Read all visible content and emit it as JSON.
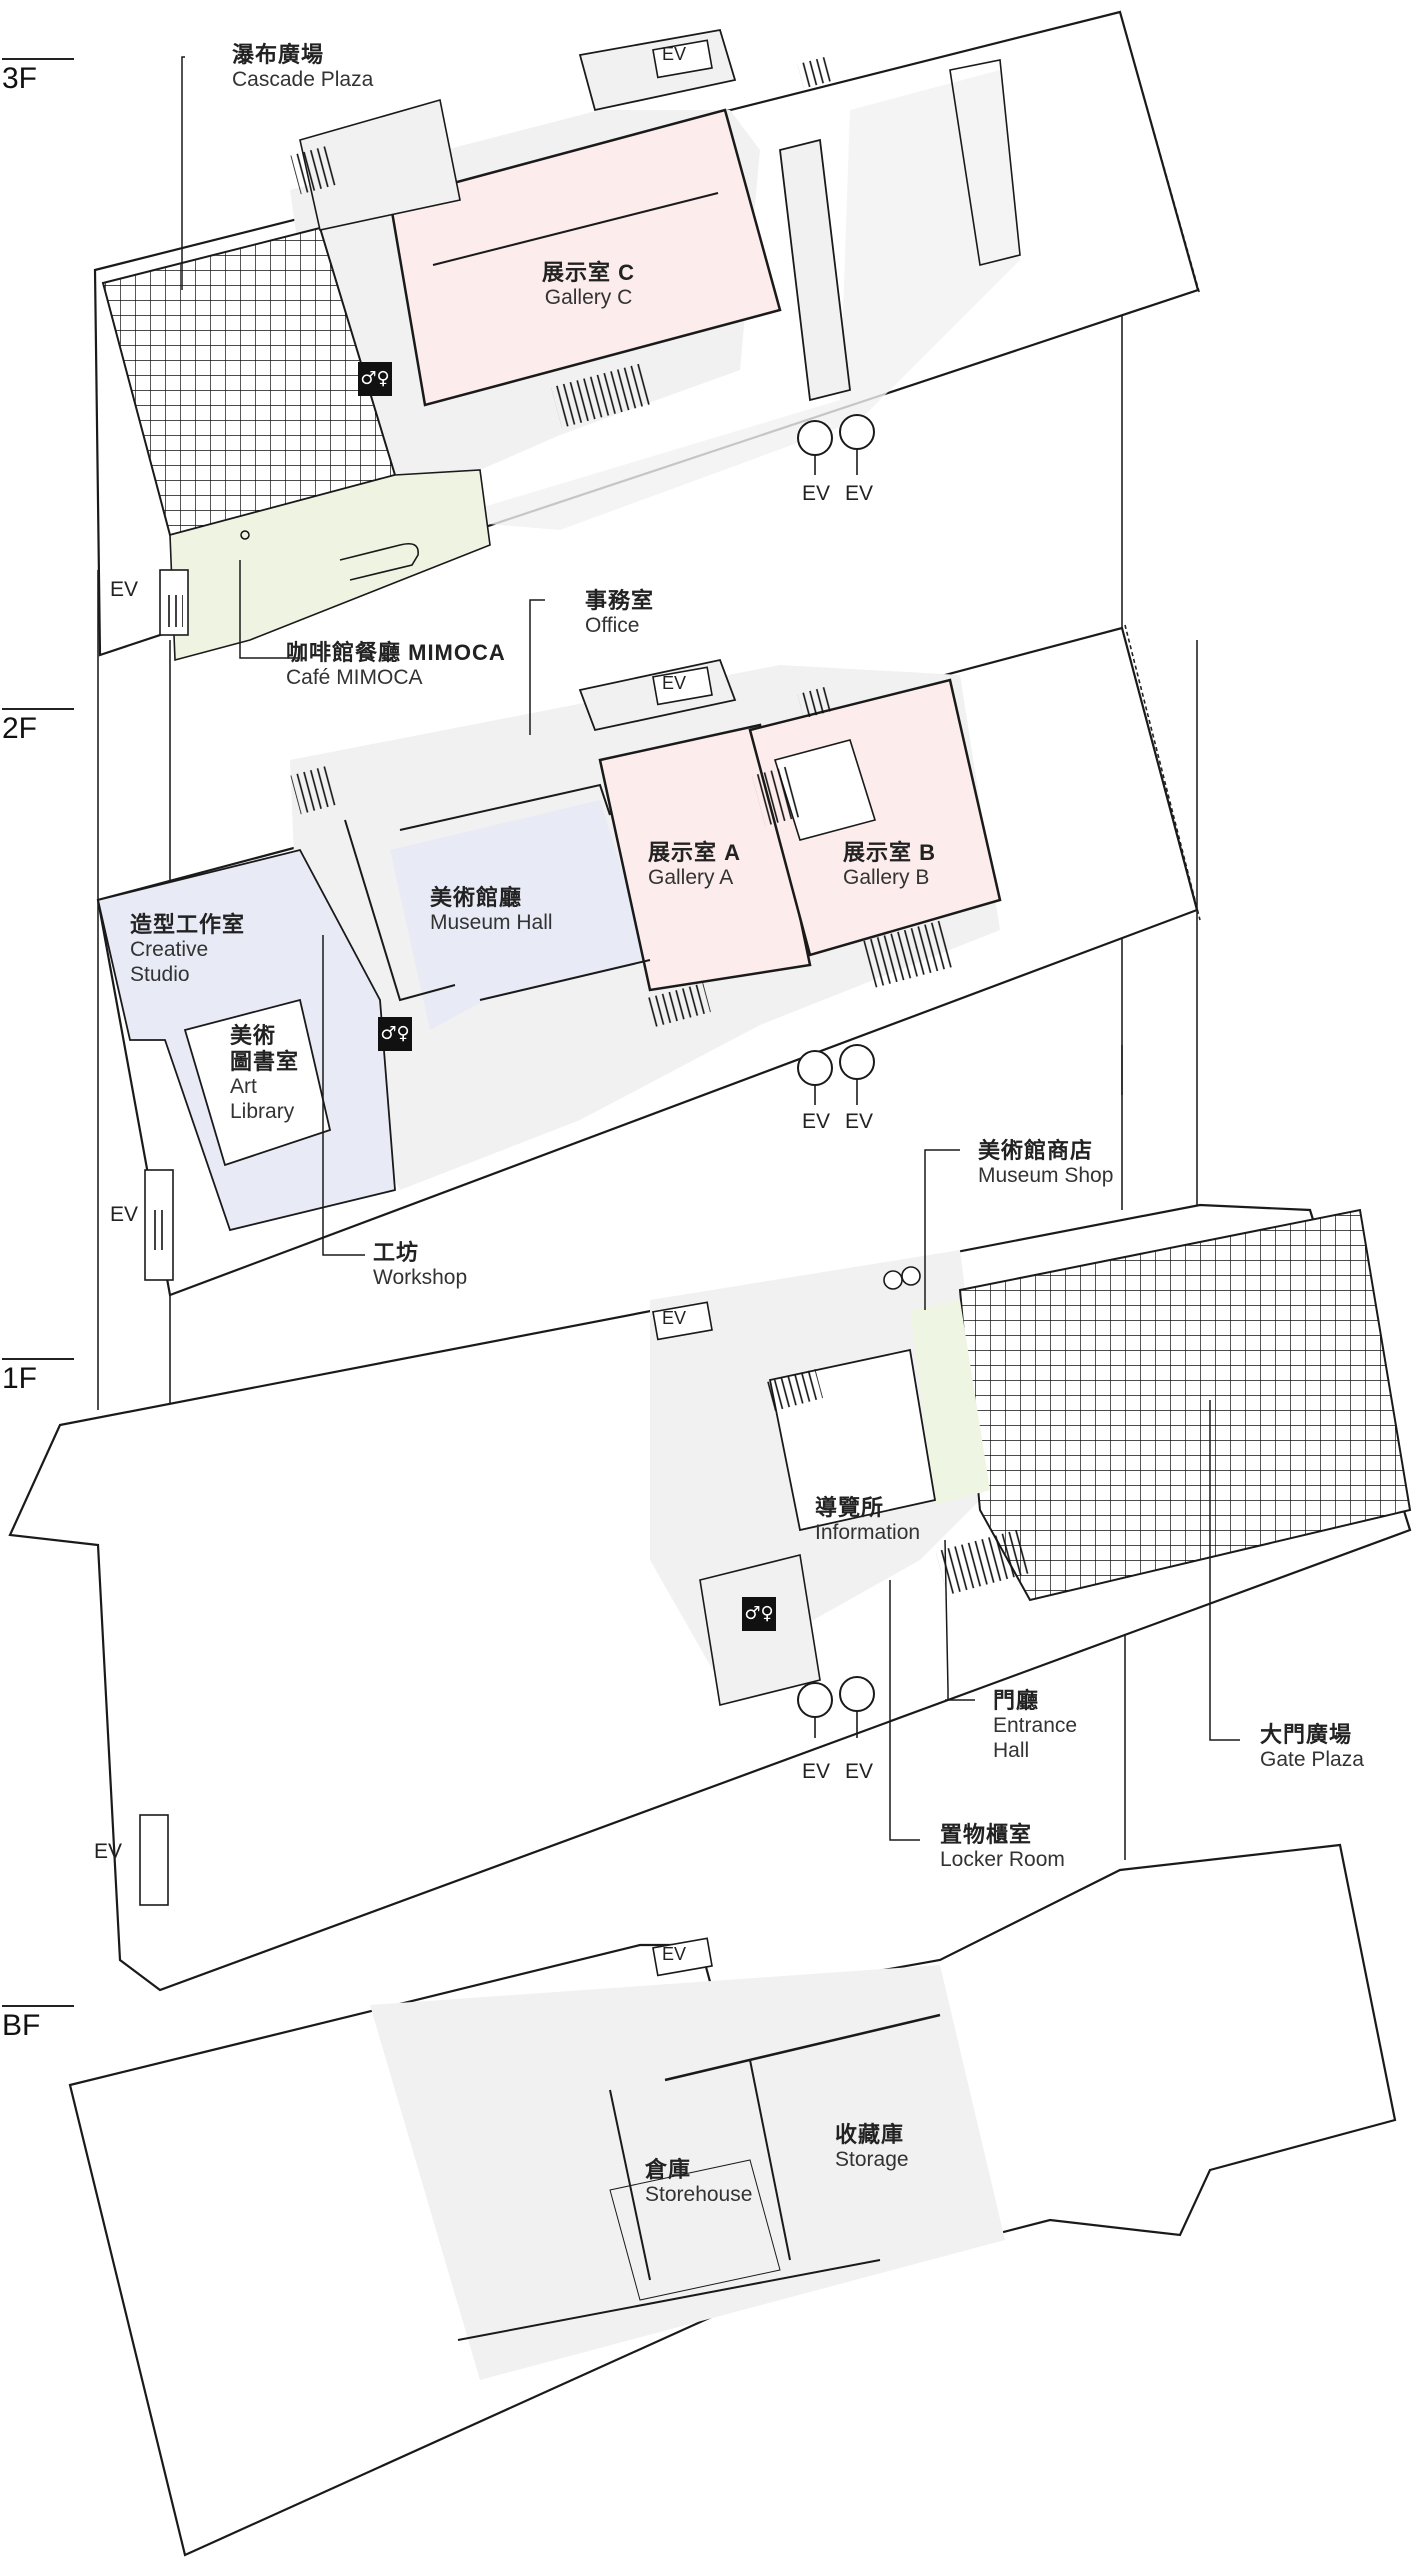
{
  "floors": [
    {
      "id": "3F",
      "label": "3F"
    },
    {
      "id": "2F",
      "label": "2F"
    },
    {
      "id": "1F",
      "label": "1F"
    },
    {
      "id": "BF",
      "label": "BF"
    }
  ],
  "rooms": {
    "cascade_plaza": {
      "zh": "瀑布廣場",
      "en": "Cascade Plaza"
    },
    "gallery_c": {
      "zh": "展示室 C",
      "en": "Gallery C"
    },
    "cafe": {
      "zh": "咖啡館餐廳 MIMOCA",
      "en": "Café MIMOCA"
    },
    "office": {
      "zh": "事務室",
      "en": "Office"
    },
    "gallery_a": {
      "zh": "展示室 A",
      "en": "Gallery A"
    },
    "gallery_b": {
      "zh": "展示室 B",
      "en": "Gallery B"
    },
    "museum_hall": {
      "zh": "美術館廳",
      "en": "Museum Hall"
    },
    "creative_studio": {
      "zh": "造型工作室",
      "en1": "Creative",
      "en2": "Studio"
    },
    "art_library": {
      "zh1": "美術",
      "zh2": "圖書室",
      "en1": "Art",
      "en2": "Library"
    },
    "workshop": {
      "zh": "工坊",
      "en": "Workshop"
    },
    "museum_shop": {
      "zh": "美術館商店",
      "en": "Museum Shop"
    },
    "information": {
      "zh": "導覽所",
      "en": "Information"
    },
    "entrance_hall": {
      "zh": "門廳",
      "en1": "Entrance",
      "en2": "Hall"
    },
    "locker_room": {
      "zh": "置物櫃室",
      "en": "Locker Room"
    },
    "gate_plaza": {
      "zh": "大門廣場",
      "en": "Gate Plaza"
    },
    "storehouse": {
      "zh": "倉庫",
      "en": "Storehouse"
    },
    "storage": {
      "zh": "收藏庫",
      "en": "Storage"
    }
  },
  "ev_label": "EV",
  "colors": {
    "gallery_pink": "#fcecec",
    "hall_blue": "#e8ebf6",
    "cafe_green": "#eff4e2",
    "shop_green": "#eef5e3",
    "floor_gray": "#f1f1f1",
    "wall": "#1a1a1a",
    "toilet_icon": "#111111"
  },
  "icons": [
    "restroom-icon",
    "elevator-icon",
    "stairs-icon"
  ]
}
